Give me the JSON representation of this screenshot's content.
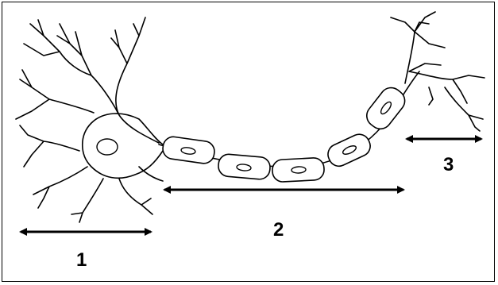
{
  "labels": {
    "dendrites": "1",
    "axon": "2",
    "terminal": "3"
  },
  "colors": {
    "line": "#000000",
    "background": "#ffffff"
  }
}
